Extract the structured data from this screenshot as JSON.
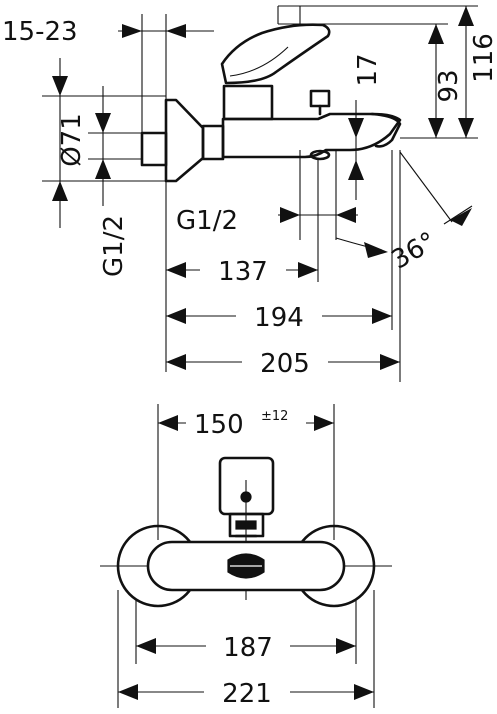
{
  "labels": {
    "wall_distance": "15-23",
    "rosette_diameter": "Ø71",
    "thread_left": "G1/2",
    "height_lever": "116",
    "height_body": "93",
    "spout_drop": "17",
    "thread_bottom": "G1/2",
    "spout_angle": "36°",
    "depth_outlet": "137",
    "depth_spout": "194",
    "depth_total": "205",
    "centre_distance": "150",
    "centre_tolerance": "±12",
    "rosette_span": "187",
    "overall_width": "221"
  },
  "colors": {
    "line": "#111111",
    "background": "#ffffff"
  }
}
